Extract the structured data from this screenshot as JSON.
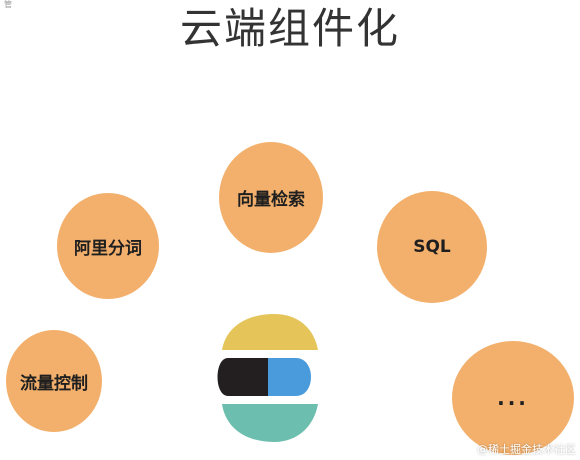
{
  "corner_mark": "管",
  "title": "云端组件化",
  "colors": {
    "bubble": "#f3b06c",
    "logo_yellow": "#e5c55a",
    "logo_black": "#231f20",
    "logo_blue": "#4a9bdc",
    "logo_teal": "#6cbfae"
  },
  "bubbles": {
    "ali": "阿里分词",
    "vector": "向量检索",
    "sql": "SQL",
    "flow": "流量控制",
    "more": "..."
  },
  "logo_icon": "elasticsearch-logo",
  "watermark": "@稀土掘金技术社区"
}
